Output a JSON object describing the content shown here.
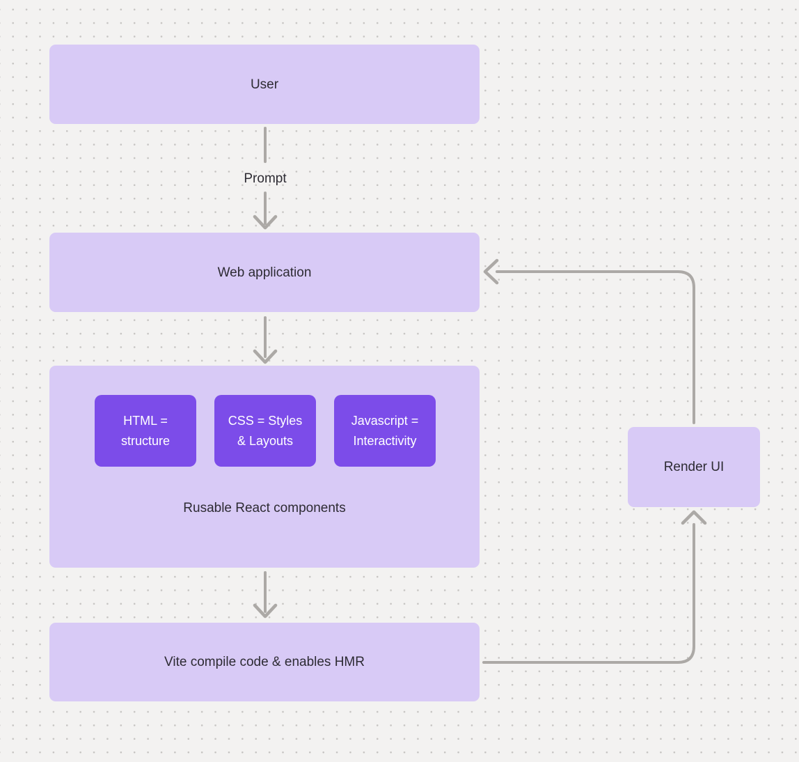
{
  "diagram": {
    "nodes": {
      "user": "User",
      "web_application": "Web application",
      "html_box": "HTML =\nstructure",
      "css_box": "CSS = Styles\n& Layouts",
      "js_box": "Javascript =\nInteractivity",
      "components_caption": "Rusable React components",
      "vite": "Vite compile code & enables HMR",
      "render_ui": "Render UI"
    },
    "edge_labels": {
      "prompt": "Prompt"
    },
    "colors": {
      "background": "#F3F2F1",
      "dot": "#C6C4C2",
      "node_light": "#D8CAF6",
      "node_accent": "#7C4CE9",
      "connector": "#ACA9A6",
      "text_dark": "#2D2B33",
      "text_light": "#FFFFFF"
    }
  }
}
